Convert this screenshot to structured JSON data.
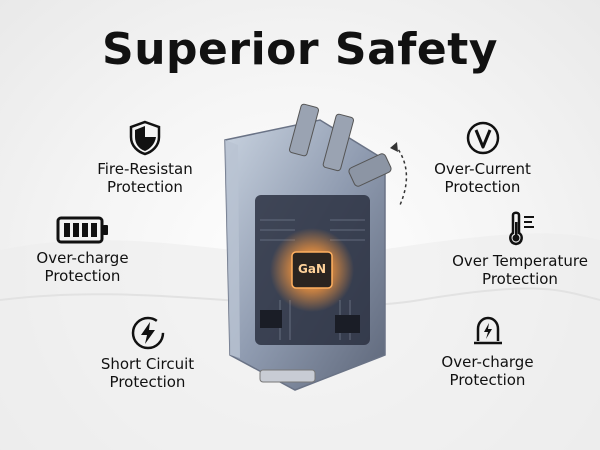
{
  "title": "Superior Safety",
  "chip_label": "GaN",
  "features": {
    "fire": {
      "line1": "Fire-Resistan",
      "line2": "Protection",
      "icon": "shield-icon"
    },
    "overcharge_left": {
      "line1": "Over-charge",
      "line2": "Protection",
      "icon": "battery-icon"
    },
    "short_circuit": {
      "line1": "Short Circuit",
      "line2": "Protection",
      "icon": "lightning-icon"
    },
    "over_current": {
      "line1": "Over-Current",
      "line2": "Protection",
      "icon": "voltage-v-icon"
    },
    "over_temp": {
      "line1": "Over Temperature",
      "line2": "Protection",
      "icon": "thermometer-icon"
    },
    "overcharge_right": {
      "line1": "Over-charge",
      "line2": "Protection",
      "icon": "warning-bell-icon"
    }
  },
  "colors": {
    "text": "#111111",
    "chip_glow": "#ff9a3c",
    "background": "#f4f4f4"
  }
}
